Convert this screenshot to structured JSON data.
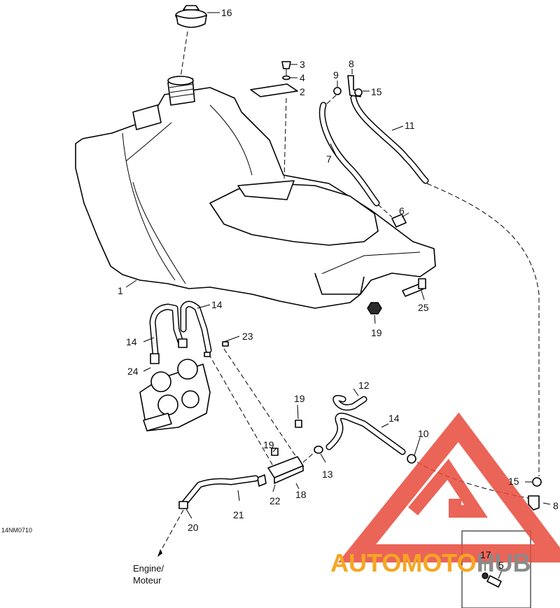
{
  "drawing_code": "14NM0710",
  "note": {
    "line1": "Engine/",
    "line2": "Moteur"
  },
  "callouts": [
    "1",
    "2",
    "3",
    "4",
    "5",
    "6",
    "7",
    "8",
    "8",
    "9",
    "10",
    "11",
    "12",
    "13",
    "14",
    "14",
    "14",
    "15",
    "15",
    "16",
    "17",
    "18",
    "19",
    "19",
    "19",
    "20",
    "21",
    "22",
    "23",
    "24",
    "25"
  ],
  "watermark": {
    "text_a": "AUTO",
    "text_b": "MOTO",
    "text_c": "HUB"
  },
  "colors": {
    "line": "#000000",
    "watermark_red": "#e84a3c",
    "watermark_orange": "#f5a623",
    "watermark_gray": "#8a8a8a"
  }
}
